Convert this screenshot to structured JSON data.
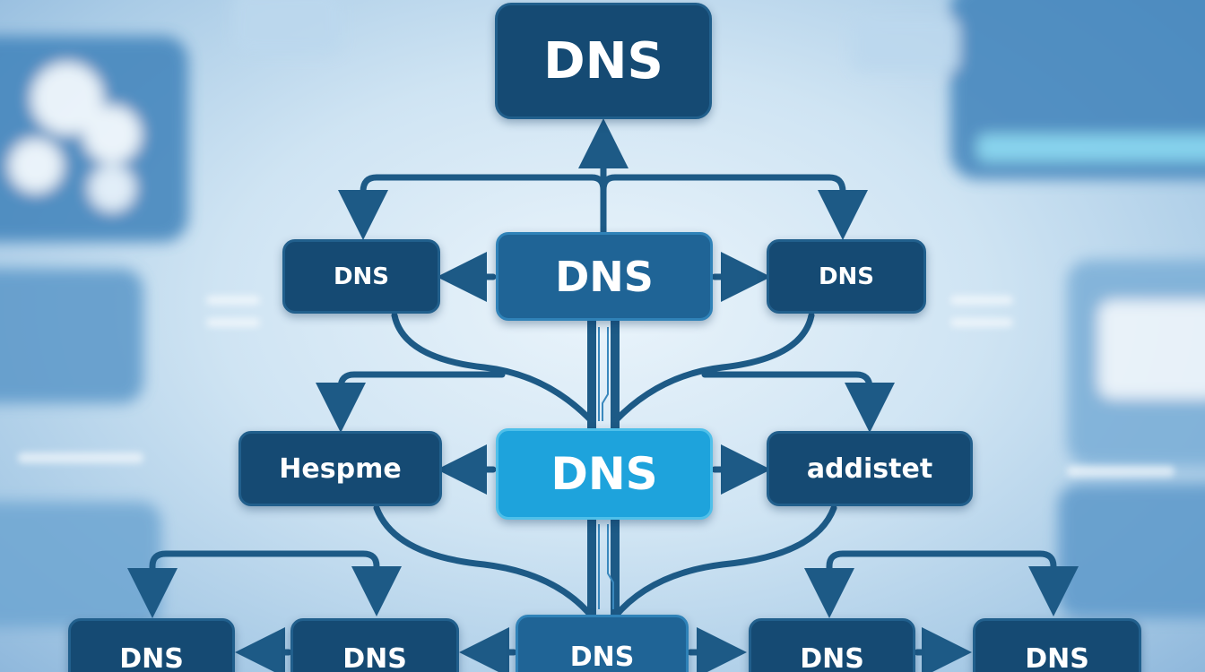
{
  "diagram": {
    "root": {
      "label": "DNS"
    },
    "level1": {
      "left": {
        "label": "DNS"
      },
      "center": {
        "label": "DNS"
      },
      "right": {
        "label": "DNS"
      }
    },
    "level2": {
      "left": {
        "label": "Hespme"
      },
      "center": {
        "label": "DNS"
      },
      "right": {
        "label": "addistet"
      }
    },
    "level3": [
      {
        "label": "DNS"
      },
      {
        "label": "DNS"
      },
      {
        "label": "DNS"
      },
      {
        "label": "DNS"
      },
      {
        "label": "DNS"
      }
    ]
  },
  "colors": {
    "node_dark": "#154a73",
    "node_mid": "#1f6496",
    "node_accent": "#1ea3dc",
    "connector": "#1d5a86",
    "background": "#cfe4f3"
  }
}
